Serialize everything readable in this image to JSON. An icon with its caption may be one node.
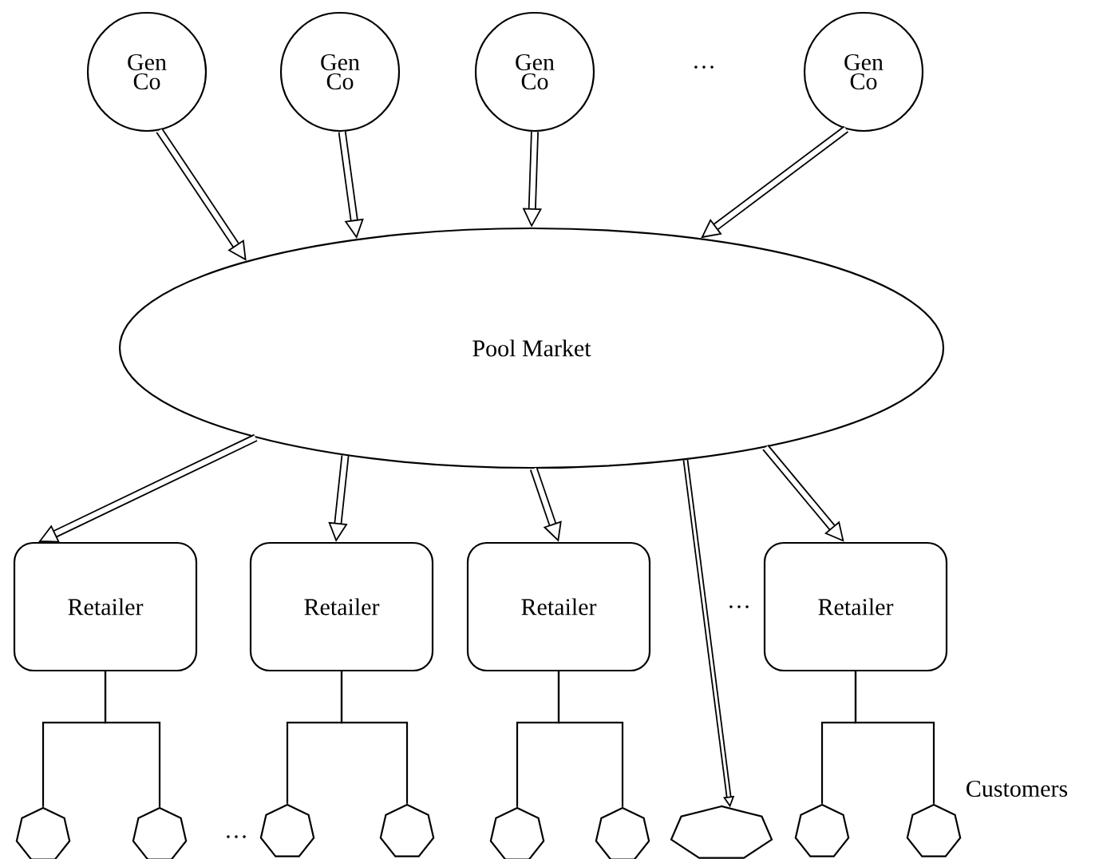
{
  "diagram": {
    "nodes": [
      {
        "text": [
          "Gen Co"
        ]
      },
      {
        "text": [
          "Gen Co"
        ]
      },
      {
        "text": [
          "Gen Co"
        ]
      },
      {
        "text": [
          "Gen Co"
        ]
      },
      {
        "text": [
          "Pool Market"
        ]
      },
      {
        "text": [
          "Retailer"
        ]
      },
      {
        "text": [
          "Retailer"
        ]
      },
      {
        "text": [
          "Retailer"
        ]
      },
      {
        "text": [
          "Retailer"
        ]
      },
      {
        "text": [],
        "shape": "heptagon"
      },
      {
        "text": [],
        "shape": "heptagon"
      },
      {
        "text": [],
        "shape": "heptagon"
      },
      {
        "text": [],
        "shape": "heptagon"
      },
      {
        "text": [],
        "shape": "heptagon"
      },
      {
        "text": [],
        "shape": "heptagon"
      },
      {
        "text": [],
        "shape": "wide-heptagon"
      },
      {
        "text": [],
        "shape": "heptagon"
      },
      {
        "text": [],
        "shape": "heptagon"
      }
    ],
    "edges": [
      {
        "from": 0,
        "to": 4,
        "arrow": "to"
      },
      {
        "from": 1,
        "to": 4,
        "arrow": "to"
      },
      {
        "from": 2,
        "to": 4,
        "arrow": "to"
      },
      {
        "from": 3,
        "to": 4,
        "arrow": "to"
      },
      {
        "from": 4,
        "to": 5,
        "arrow": "to"
      },
      {
        "from": 4,
        "to": 6,
        "arrow": "to"
      },
      {
        "from": 4,
        "to": 7,
        "arrow": "to"
      },
      {
        "from": 4,
        "to": 8,
        "arrow": "to"
      },
      {
        "from": 4,
        "to": 15,
        "arrow": "to"
      },
      {
        "from": 5,
        "to": 9,
        "arrow": "none"
      },
      {
        "from": 5,
        "to": 10,
        "arrow": "none"
      },
      {
        "from": 6,
        "to": 11,
        "arrow": "none"
      },
      {
        "from": 6,
        "to": 12,
        "arrow": "none"
      },
      {
        "from": 7,
        "to": 13,
        "arrow": "none"
      },
      {
        "from": 7,
        "to": 14,
        "arrow": "none"
      },
      {
        "from": 8,
        "to": 16,
        "arrow": "none"
      },
      {
        "from": 8,
        "to": 17,
        "arrow": "none"
      }
    ],
    "labels": [
      "…",
      "…",
      "…",
      "Customers"
    ]
  }
}
